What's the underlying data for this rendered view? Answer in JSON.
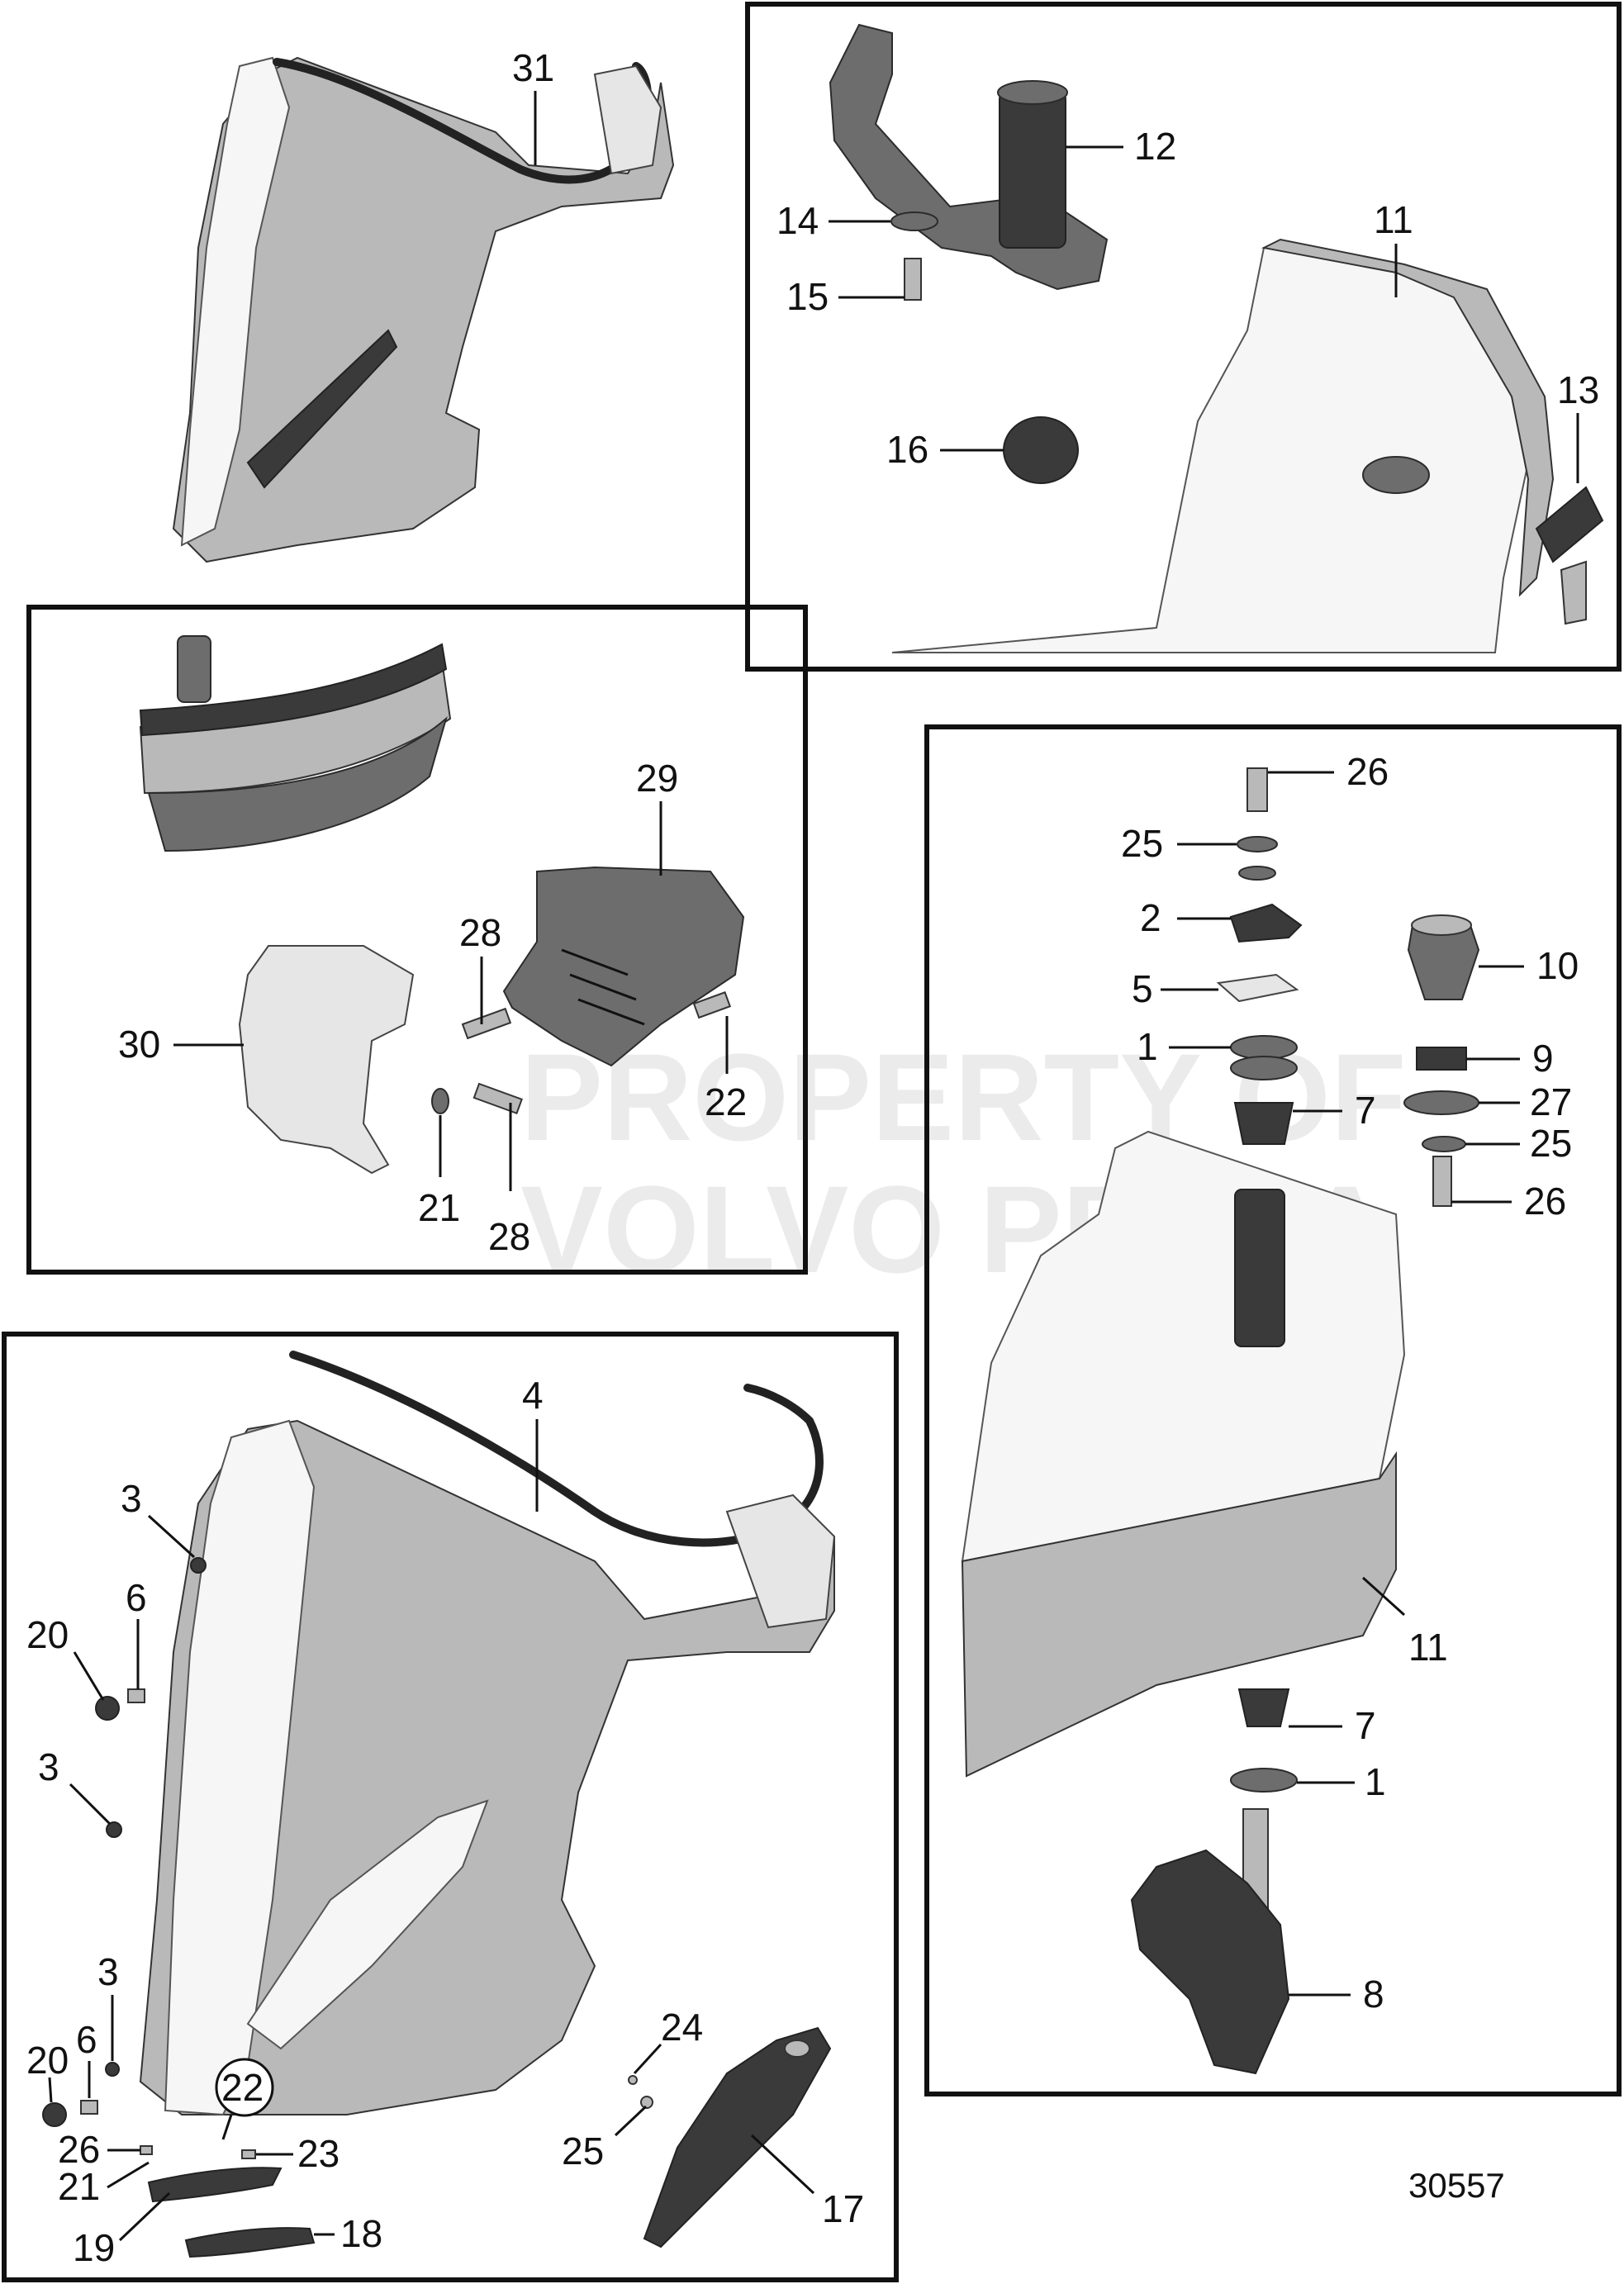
{
  "watermark": {
    "line1": "PROPERTY OF",
    "line2": "VOLVO PENTA"
  },
  "figure_number": "30557",
  "callouts": {
    "p_top_left": {
      "c31": "31"
    },
    "p_top_right": {
      "c12": "12",
      "c14": "14",
      "c15": "15",
      "c11": "11",
      "c13": "13",
      "c16": "16"
    },
    "p_mid_left": {
      "c29": "29",
      "c28a": "28",
      "c30": "30",
      "c22": "22",
      "c21": "21",
      "c28b": "28"
    },
    "p_right": {
      "c26a": "26",
      "c25a": "25",
      "c2": "2",
      "c5": "5",
      "c1a": "1",
      "c7a": "7",
      "c10": "10",
      "c9": "9",
      "c27": "27",
      "c25b": "25",
      "c26b": "26",
      "c11": "11",
      "c7b": "7",
      "c1b": "1",
      "c8": "8"
    },
    "p_bottom_left": {
      "c4": "4",
      "c3a": "3",
      "c6a": "6",
      "c20a": "20",
      "c3b": "3",
      "c3c": "3",
      "c6b": "6",
      "c20b": "20",
      "c22": "22",
      "c26": "26",
      "c21": "21",
      "c23": "23",
      "c19": "19",
      "c18": "18",
      "c24": "24",
      "c25": "25",
      "c17": "17"
    }
  }
}
